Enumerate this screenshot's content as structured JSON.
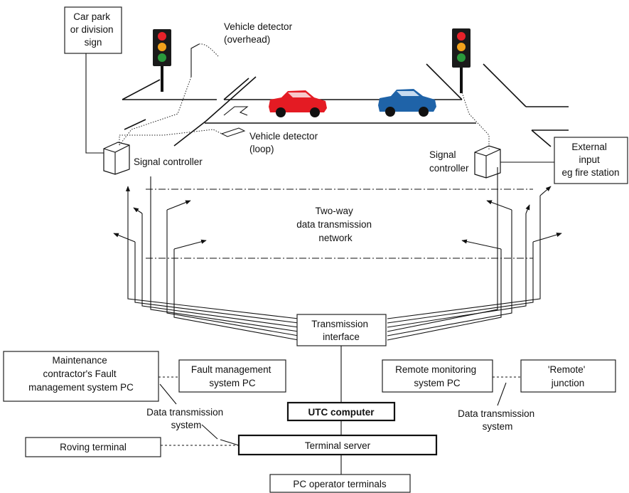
{
  "labels": {
    "car_park_sign": [
      "Car park",
      "or division",
      "sign"
    ],
    "vehicle_detector_overhead": [
      "Vehicle detector",
      "(overhead)"
    ],
    "vehicle_detector_loop": [
      "Vehicle detector",
      "(loop)"
    ],
    "signal_controller_left": [
      "Signal controller"
    ],
    "signal_controller_right": [
      "Signal",
      "controller"
    ],
    "external_input": [
      "External",
      "input",
      "eg fire station"
    ],
    "network": [
      "Two-way",
      "data transmission",
      "network"
    ],
    "transmission_interface": [
      "Transmission",
      "interface"
    ],
    "maintenance_pc": [
      "Maintenance",
      "contractor's Fault",
      "management system PC"
    ],
    "fault_management_pc": [
      "Fault management",
      "system PC"
    ],
    "remote_monitoring_pc": [
      "Remote monitoring",
      "system PC"
    ],
    "remote_junction": [
      "'Remote'",
      "junction"
    ],
    "data_transmission_left": [
      "Data transmission",
      "system"
    ],
    "data_transmission_right": [
      "Data transmission",
      "system"
    ],
    "utc_computer": [
      "UTC computer"
    ],
    "roving_terminal": [
      "Roving terminal"
    ],
    "terminal_server": [
      "Terminal server"
    ],
    "pc_operator_terminals": [
      "PC operator terminals"
    ]
  },
  "colors": {
    "light_red": "#e8222a",
    "light_amber": "#f2a21c",
    "light_green": "#2a9a3c",
    "car_red": "#e41b23",
    "car_blue": "#1f63a8"
  },
  "icons": [
    "traffic-light-icon",
    "traffic-light-icon",
    "red-car-icon",
    "blue-car-icon",
    "signal-controller-cabinet-icon",
    "signal-controller-cabinet-icon",
    "loop-detector-icon",
    "overhead-detector-icon"
  ]
}
